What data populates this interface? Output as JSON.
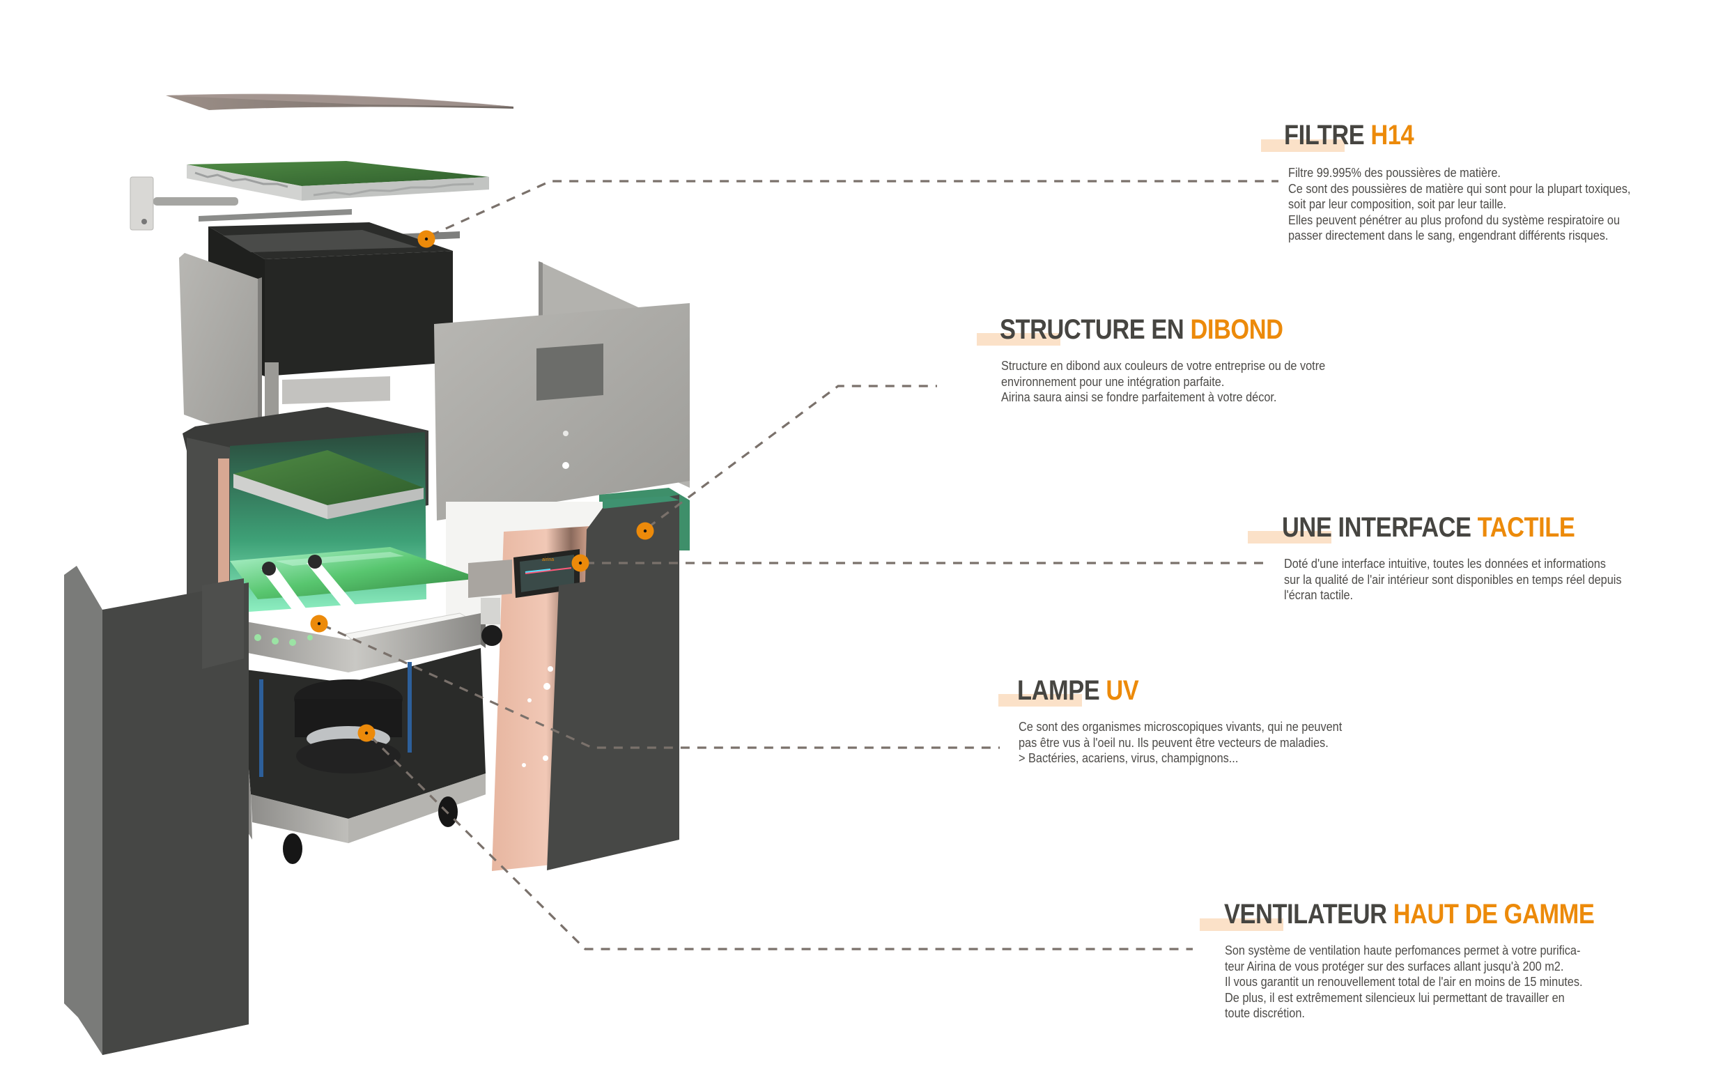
{
  "brand": "airina",
  "colors": {
    "accent": "#ec8a0a",
    "heading": "#464541",
    "body_text": "#4d4b48",
    "highlight_bar": "#fbe1c8",
    "leader": "#7a716b",
    "dark_panel": "#474846",
    "steel_panel": "#a9a8a4",
    "copper_panel": "#e9b9a3",
    "filter_green": "#3f7a3a",
    "uv_glow": "#5fd6a0"
  },
  "callouts": [
    {
      "id": "filtre",
      "title_main": "FILTRE",
      "title_accent": "H14",
      "lines": [
        "Filtre 99.995% des poussières de matière.",
        "Ce sont des poussières de matière qui sont pour la plupart toxiques,",
        "soit par leur composition, soit par leur taille.",
        "Elles peuvent pénétrer au plus profond du système respiratoire ou",
        "passer directement dans le sang, engendrant différents risques."
      ]
    },
    {
      "id": "structure",
      "title_main": "STRUCTURE EN",
      "title_accent": "DIBOND",
      "lines": [
        "Structure en dibond aux couleurs de votre entreprise ou de votre",
        "environnement pour une intégration parfaite.",
        "Airina saura ainsi se fondre parfaitement à votre décor."
      ]
    },
    {
      "id": "interface",
      "title_main": "UNE INTERFACE",
      "title_accent": "TACTILE",
      "lines": [
        "Doté d'une interface intuitive, toutes les données et informations",
        "sur la qualité de l'air intérieur sont disponibles en temps réel depuis",
        "l'écran tactile."
      ]
    },
    {
      "id": "lampe",
      "title_main": "LAMPE",
      "title_accent": "UV",
      "lines": [
        "Ce sont des organismes microscopiques vivants, qui ne peuvent",
        "pas être vus à l'oeil nu. Ils peuvent être vecteurs de maladies.",
        "> Bactéries, acariens, virus, champignons..."
      ]
    },
    {
      "id": "ventilateur",
      "title_main": "VENTILATEUR",
      "title_accent": "HAUT DE GAMME",
      "lines": [
        "Son système de ventilation haute perfomances permet à votre purifica-",
        "teur Airina de vous protéger sur des surfaces allant jusqu'à 200 m2.",
        "Il vous garantit un renouvellement total de l'air en moins de 15 minutes.",
        "De plus, il est extrêmement silencieux lui permettant de travailler en",
        "toute discrétion."
      ]
    }
  ]
}
